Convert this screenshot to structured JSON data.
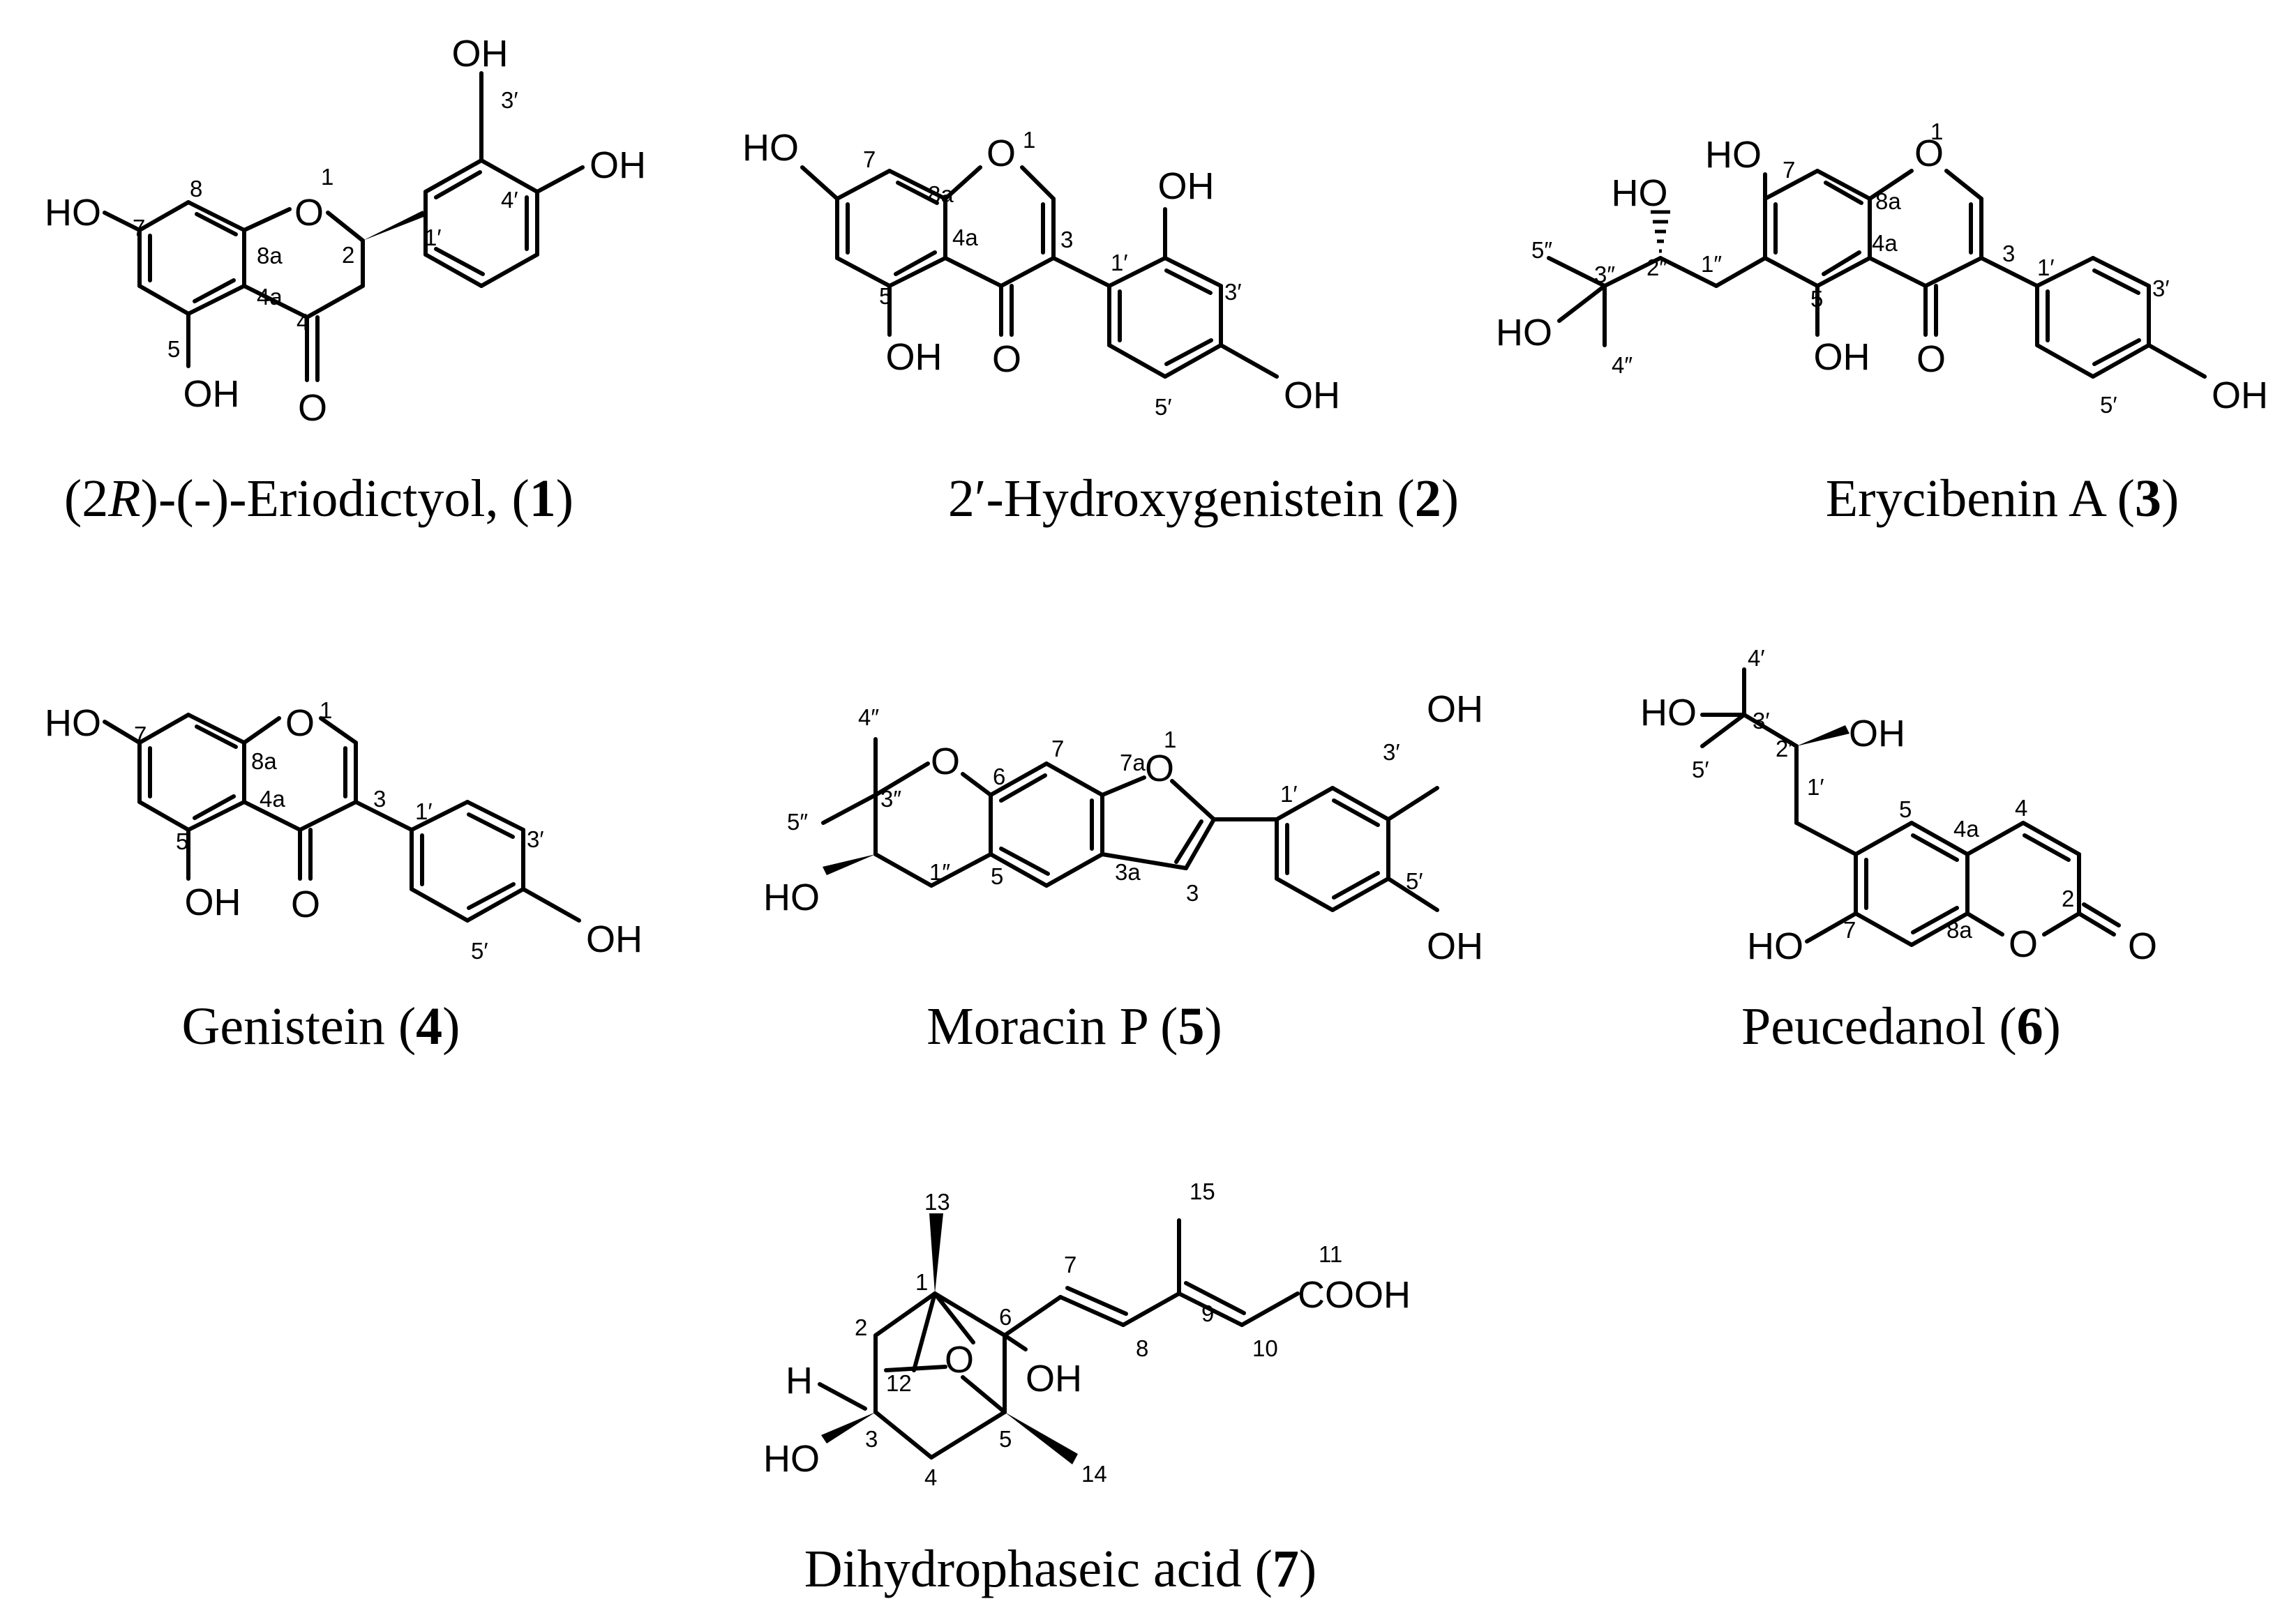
{
  "figure": {
    "compounds": [
      {
        "id": "1",
        "caption": {
          "pre": "(2",
          "italic": "R",
          "mid": ")-(-)-Eriodictyol, (",
          "bold": "1",
          "post": ")"
        },
        "atom_labels": {
          "oh_3p": "OH",
          "oh_4p": "OH",
          "ho_7": "HO",
          "o_1": "O",
          "oh_5": "OH",
          "o_4": "O"
        },
        "position_labels": {
          "p3p": "3′",
          "p4p": "4′",
          "p8": "8",
          "p1": "1",
          "p7": "7",
          "p8a": "8a",
          "p2": "2",
          "p1p": "1′",
          "p4a": "4a",
          "p4": "4",
          "p5": "5"
        }
      },
      {
        "id": "2",
        "caption": {
          "pre": "2′-Hydroxygenistein (",
          "bold": "2",
          "post": ")"
        },
        "atom_labels": {
          "ho_7": "HO",
          "o_1": "O",
          "oh_2p": "OH",
          "oh_5": "OH",
          "o_4": "O",
          "oh_4p": "OH"
        },
        "position_labels": {
          "p7": "7",
          "p1": "1",
          "p8a": "8a",
          "p4a": "4a",
          "p3": "3",
          "p1p": "1′",
          "p3p": "3′",
          "p5": "5",
          "p5p": "5′"
        }
      },
      {
        "id": "3",
        "caption": {
          "pre": "Erycibenin A (",
          "bold": "3",
          "post": ")"
        },
        "atom_labels": {
          "ho_7": "HO",
          "o_1": "O",
          "ho_2pp": "HO",
          "ho_3pp": "HO",
          "oh_5": "OH",
          "o_4": "O",
          "oh_4p": "OH"
        },
        "position_labels": {
          "p1": "1",
          "p7": "7",
          "p8a": "8a",
          "p5pp": "5″",
          "p3pp": "3″",
          "p2pp": "2″",
          "p1pp": "1″",
          "p4a": "4a",
          "p3": "3",
          "p1p": "1′",
          "p3p": "3′",
          "p5": "5",
          "p4pp": "4″",
          "p5p": "5′"
        }
      },
      {
        "id": "4",
        "caption": {
          "pre": "Genistein (",
          "bold": "4",
          "post": ")"
        },
        "atom_labels": {
          "ho_7": "HO",
          "o_1": "O",
          "oh_5": "OH",
          "o_4": "O",
          "oh_4p": "OH"
        },
        "position_labels": {
          "p1": "1",
          "p7": "7",
          "p8a": "8a",
          "p4a": "4a",
          "p3": "3",
          "p1p": "1′",
          "p3p": "3′",
          "p5": "5",
          "p5p": "5′"
        }
      },
      {
        "id": "5",
        "caption": {
          "pre": "Moracin P (",
          "bold": "5",
          "post": ")"
        },
        "atom_labels": {
          "o_pyran": "O",
          "o_1": "O",
          "oh_3p": "OH",
          "ho_2pp": "HO",
          "oh_5p": "OH"
        },
        "position_labels": {
          "p4pp": "4″",
          "p7": "7",
          "p1": "1",
          "p7a": "7a",
          "p6": "6",
          "p3pp": "3″",
          "p5pp": "5″",
          "p1p": "1′",
          "p3p": "3′",
          "p1pp": "1″",
          "p5": "5",
          "p3a": "3a",
          "p3": "3",
          "p5p": "5′"
        }
      },
      {
        "id": "6",
        "caption": {
          "pre": "Peucedanol (",
          "bold": "6",
          "post": ")"
        },
        "atom_labels": {
          "ho_3p": "HO",
          "oh_2p": "OH",
          "ho_7": "HO",
          "o_1": "O",
          "o_2": "O"
        },
        "position_labels": {
          "p4p": "4′",
          "p3p": "3′",
          "p2p": "2′",
          "p5p": "5′",
          "p1p": "1′",
          "p5": "5",
          "p4a": "4a",
          "p4": "4",
          "p2": "2",
          "p7": "7",
          "p8a": "8a"
        }
      },
      {
        "id": "7",
        "caption": {
          "pre": "Dihydrophaseic acid (",
          "bold": "7",
          "post": ")"
        },
        "atom_labels": {
          "cooh": "COOH",
          "h_3": "H",
          "o_bridge": "O",
          "oh_6": "OH",
          "ho_3": "HO"
        },
        "position_labels": {
          "p13": "13",
          "p15": "15",
          "p11": "11",
          "p7": "7",
          "p1": "1",
          "p9": "9",
          "p6": "6",
          "p2": "2",
          "p8": "8",
          "p10": "10",
          "p12": "12",
          "p3": "3",
          "p5": "5",
          "p4": "4",
          "p14": "14"
        }
      }
    ]
  }
}
